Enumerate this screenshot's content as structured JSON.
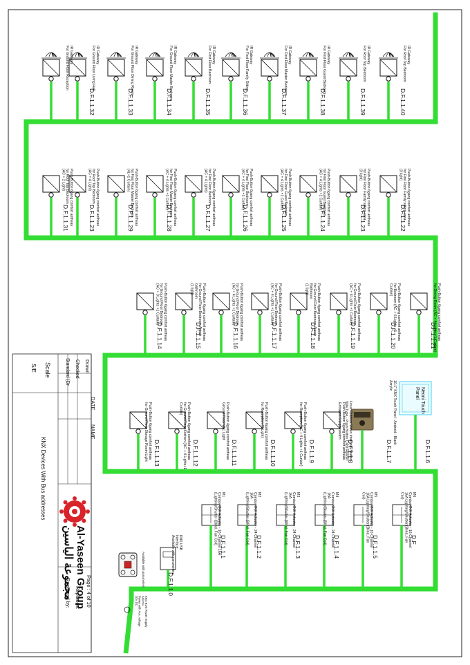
{
  "title_block": {
    "project_title": "KNX Devices With Bus addresses",
    "company_name": "Al-Yaseen Group",
    "company_arabic": "مجموعة الياسين",
    "page": "Page : 4  of 10",
    "replaces": "Replaces:",
    "replaced_by": "Replaced by:",
    "rows": [
      "Drawn",
      "Checked",
      "Standard (Dr"
    ],
    "col_date": "DATE",
    "col_name": "NAME",
    "scale_label": "Scale",
    "scale_value": "S/E"
  },
  "rows": [
    {
      "kind": "gateway",
      "devices": [
        {
          "addr": "D.F.1.1.40",
          "desc": "IR Gateway\nFor Roof Top Bedroom"
        },
        {
          "addr": "D.F.1.1.39",
          "desc": "IR Gateway\nFor Roof Top Bedroom"
        },
        {
          "addr": "D.F.1.1.38",
          "desc": "IR Gateway\nFor First Floor Guest Bedroom"
        },
        {
          "addr": "D.F.1.1.37",
          "desc": "IR Gateway\nFor First Floor Master Bedroom"
        },
        {
          "addr": "D.F.1.1.36",
          "desc": "IR Gateway\nFor First Floor Family Sitting"
        },
        {
          "addr": "D.F.1.1.35",
          "desc": "IR Gateway\nFor First Floor Bedroom"
        },
        {
          "addr": "D.F.1.1.34",
          "desc": "IR Gateway\nFor Ground Floor Master Bedroom"
        },
        {
          "addr": "D.F.1.1.33",
          "desc": "IR Gateway\nFor Ground Floor Dining Room"
        },
        {
          "addr": "D.F.1.1.32",
          "desc": "IR Gateway\nFor Ground Floor Living Hall"
        },
        {
          "addr": "",
          "desc": "IR Gateway\nFor Ground Floor Reception"
        }
      ]
    },
    {
      "kind": "pushbutton",
      "devices": [
        {
          "addr": "D.F.1.1.22",
          "desc": "Push-Button 6gang comfort antheas\nfor First Floor Family sitting area\n(3 light)"
        },
        {
          "addr": "D.F.1.1.23",
          "desc": "Push-Button 6gang comfort antheas\nfor First Floor Family sitting area\n(3 light)"
        },
        {
          "addr": "D.F.1.1.24",
          "desc": "Push-Button 6gang comfort antheas\nfor First Floor Guest Bedroom\n(AC + 4 Lights +1 Curtain)"
        },
        {
          "addr": "D.F.1.1.25",
          "desc": "Push-Button 6gang comfort antheas\nfor First Floor Guest Bedroom\n(AC + 4 Lights +1 Curtain)"
        },
        {
          "addr": "D.F.1.1.26",
          "desc": "Push-Button 6gang comfort antheas\nfor First Floor Bedroom\n(AC + 4 Lights +1 Curtain)"
        },
        {
          "addr": "D.F.1.1.27",
          "desc": "Push-Button 6gang comfort antheas\nfor First Floor Bedroom\n(AC + 4 Lights)"
        },
        {
          "addr": "D.F.1.1.28",
          "desc": "Push-Button 6gang comfort antheas\nfor First Floor Master Bedroom\n(AC + 4 Lights +1 Curtain)"
        },
        {
          "addr": "D.F.1.1.29",
          "desc": "Push-Button 6gang comfort antheas\nfor First Floor Master Bedroom\n(4L+1 Curtain)"
        },
        {
          "addr": "D.F.1.1.23",
          "desc": "Push-Button 6gang comfort antheas\nfor Roof Top Bedroom\n(AC + 4 Light)"
        },
        {
          "addr": "D.F.1.1.31",
          "desc": "Push-Button 6gang comfort antheas\nfor Roof Top Bedroom\n(AC + 2 Light)"
        }
      ]
    },
    {
      "kind": "pushbutton",
      "devices": [
        {
          "addr": "D.F.1.1.21",
          "desc": "Push-Button 6gang comfort antheas\nfor Dining Room (AC + 4 Lights +1 Curtain)"
        },
        {
          "addr": "D.F.1.1.20",
          "desc": "Push-Button 6gang comfort antheas\nfor Bedroom (AC + 6 Lights +1\nCurtain)"
        },
        {
          "addr": "D.F.1.1.19",
          "desc": "Push-Button 6gang comfort antheas\nfor Ground Floor Bedroom\n(AC + 4 Lights +1 Curtain)"
        },
        {
          "addr": "D.F.1.1.18",
          "desc": "Push-Button 4gang comfort antheas\nfor Ground Floor Bedroom Attach\nBathroom\n(1 light)"
        },
        {
          "addr": "D.F.1.1.17",
          "desc": "Push-Button 6gang comfort antheas\nfor Ground Floor Bedroom\n(AC + 4 Lights +1 Curtain)"
        },
        {
          "addr": "D.F.1.1.16",
          "desc": "Push-Button 6gang comfort antheas\nfor Ground Floor Bedroom\n(AC + 4 Lights +1 Curtain)"
        },
        {
          "addr": "D.F.1.1.15",
          "desc": "Push-Button 6gang comfort antheas\nfor Ground Floor Bedroom Attach\nbathroom\n(1 light)"
        },
        {
          "addr": "D.F.1.1.14",
          "desc": "Push-Button 6gang comfort antheas\nfor Ground Floor Bedroom\n(AC + 3 Lights +1 Curtain)"
        }
      ]
    },
    {
      "kind": "mixed",
      "devices": [
        {
          "addr": "D.F.1.1.6",
          "type": "touch",
          "desc": "10.1\" KNX Touch Panel - Android - Black\nAcrylic"
        },
        {
          "addr": "D.F.1.1.7",
          "type": "intercom",
          "desc": "Linux Outdoor Video Intercom Station\nVilla Type - Push Button Card Reader"
        },
        {
          "addr": "D.F.1.1.8",
          "type": "pushbutton",
          "desc": "Push-Button 6gang comfort antheas\nEntrance 6 Light switch"
        },
        {
          "addr": "D.F.1.1.9",
          "type": "pushbutton",
          "desc": "Push-Button 6gang comfort antheas\nfor Reception (AC + 4 Lights +1 Curtain)"
        },
        {
          "addr": "D.F.1.1.10",
          "type": "pushbutton",
          "desc": "Push-Button 6gang comfort antheas\nfor Reception (3 Light)"
        },
        {
          "addr": "D.F.1.1.11",
          "type": "pushbutton",
          "desc": "Push-Button 4gang comfort antheas\nGround Floor W.C Light"
        },
        {
          "addr": "D.F.1.1.12",
          "type": "pushbutton",
          "desc": "Push-Button 6gang comfort antheas\nfor Ground Floor Kitchen (AC + 4 Lights+1\nCurtain)"
        },
        {
          "addr": "D.F.1.1.13",
          "type": "pushbutton",
          "desc": "Push-Button 6gang comfort antheas\nfor Ground Floor Storage Room Light"
        }
      ]
    },
    {
      "kind": "actuator",
      "devices": [
        {
          "addr": "D.F",
          "desc": "M6\nCombo KNX Actuator - 16 Channel\n16A Lighting/Shutter (Blind, Fan\nCoil)"
        },
        {
          "addr": "D.F.1.1.5",
          "desc": "M5\nCombo KNX Actuator - 16 Channel\n16A Lighting/Shutter (Blind, Fan\nCoil)"
        },
        {
          "addr": "D.F.1.1.4",
          "desc": "M4\nCombo KNX Actuator - 24 Channel\n16A\n(Lighting/Shutter (Blind, Fan Coil)"
        },
        {
          "addr": "D.F.1.1.3",
          "desc": "M3\nCombo KNX Actuator - 24 Channel\n16A\n(Lighting/Shutter (Blind, Fan Coil)"
        },
        {
          "addr": "D.F.1.1.2",
          "desc": "M2\nCombo KNX Actuator - 24 Channel\n16A\n(Lighting/Shutter (Blind, Fan Coil)"
        },
        {
          "addr": "D.F.1.1.1",
          "desc": "M1\nCombo KNX Actuator - 16 Channel 16A\n(Lighting/Shutter (Blind, Fan Coil)"
        },
        {
          "addr": "D.F.1.1.0",
          "desc": "KNX USB\nInterface\nAvailable with parameters"
        }
      ]
    }
  ],
  "misc": {
    "touch_panel_screen": "Neoni Touch\nPanel",
    "psu_label": "Available with parameters",
    "bus_note": "KNX BUS Power Supply\n640 mA\nPower with Aux. voltage\n30V DC"
  },
  "colors": {
    "bus": "#33dd33",
    "ink": "#111111",
    "touch_panel": "#66d9ee",
    "intercom": "#8a7a55",
    "logo_red": "#d8232a"
  }
}
